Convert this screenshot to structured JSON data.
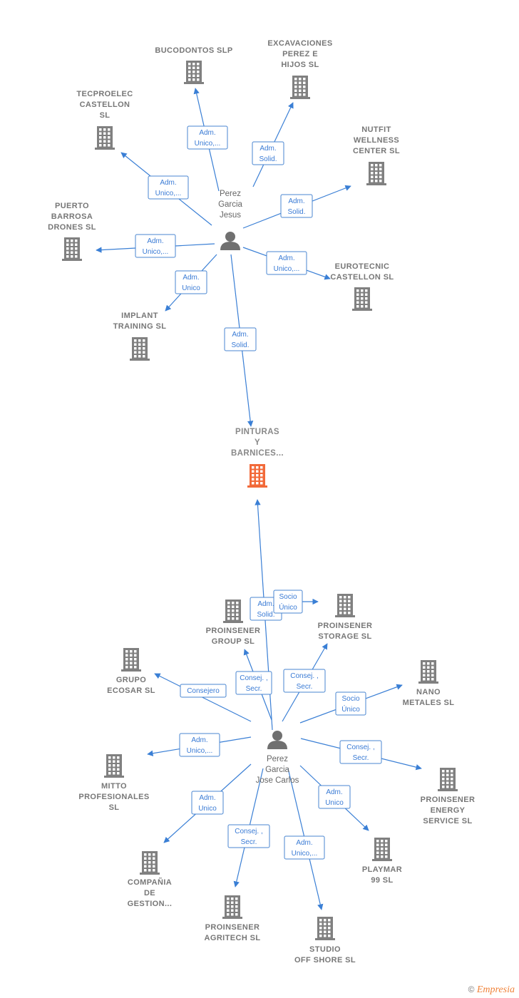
{
  "colors": {
    "edge": "#3a7fd5",
    "node": "#808080",
    "main_node": "#f26a3a",
    "person": "#707070"
  },
  "persons": [
    {
      "id": "p1",
      "lines": [
        "Perez",
        "Garcia",
        "Jesus"
      ],
      "icon": "person-icon"
    },
    {
      "id": "p2",
      "lines": [
        "Perez",
        "Garcia",
        "Jose Carlos"
      ],
      "icon": "person-icon"
    }
  ],
  "companies": [
    {
      "id": "main",
      "lines": [
        "PINTURAS",
        "Y",
        "BARNICES..."
      ],
      "icon": "building-icon",
      "main": true
    },
    {
      "id": "bucodontos",
      "lines": [
        "BUCODONTOS SLP"
      ],
      "icon": "building-icon"
    },
    {
      "id": "excavaciones",
      "lines": [
        "EXCAVACIONES",
        "PEREZ E",
        "HIJOS  SL"
      ],
      "icon": "building-icon"
    },
    {
      "id": "tecproelec",
      "lines": [
        "TECPROELEC",
        "CASTELLON",
        "SL"
      ],
      "icon": "building-icon"
    },
    {
      "id": "nutfit",
      "lines": [
        "NUTFIT",
        "WELLNESS",
        "CENTER  SL"
      ],
      "icon": "building-icon"
    },
    {
      "id": "puerto",
      "lines": [
        "PUERTO",
        "BARROSA",
        "DRONES  SL"
      ],
      "icon": "building-icon"
    },
    {
      "id": "eurotecnic",
      "lines": [
        "EUROTECNIC",
        "CASTELLON SL"
      ],
      "icon": "building-icon"
    },
    {
      "id": "implant",
      "lines": [
        "IMPLANT",
        "TRAINING  SL"
      ],
      "icon": "building-icon"
    },
    {
      "id": "pgroup",
      "lines": [
        "PROINSENER",
        "GROUP  SL"
      ],
      "icon": "building-icon"
    },
    {
      "id": "pstorage",
      "lines": [
        "PROINSENER",
        "STORAGE  SL"
      ],
      "icon": "building-icon"
    },
    {
      "id": "ecosar",
      "lines": [
        "GRUPO",
        "ECOSAR SL"
      ],
      "icon": "building-icon"
    },
    {
      "id": "nano",
      "lines": [
        "NANO",
        "METALES  SL"
      ],
      "icon": "building-icon"
    },
    {
      "id": "mitto",
      "lines": [
        "MITTO",
        "PROFESIONALES",
        "SL"
      ],
      "icon": "building-icon"
    },
    {
      "id": "penergy",
      "lines": [
        "PROINSENER",
        "ENERGY",
        "SERVICE  SL"
      ],
      "icon": "building-icon"
    },
    {
      "id": "compania",
      "lines": [
        "COMPAÑIA",
        "DE",
        "GESTION..."
      ],
      "icon": "building-icon"
    },
    {
      "id": "playmar",
      "lines": [
        "PLAYMAR",
        "99 SL"
      ],
      "icon": "building-icon"
    },
    {
      "id": "pagritech",
      "lines": [
        "PROINSENER",
        "AGRITECH  SL"
      ],
      "icon": "building-icon"
    },
    {
      "id": "studio",
      "lines": [
        "STUDIO",
        "OFF SHORE SL"
      ],
      "icon": "building-icon"
    }
  ],
  "edges": [
    {
      "from": "p1",
      "to": "bucodontos",
      "label": [
        "Adm.",
        "Unico,..."
      ]
    },
    {
      "from": "p1",
      "to": "excavaciones",
      "label": [
        "Adm.",
        "Solid."
      ]
    },
    {
      "from": "p1",
      "to": "tecproelec",
      "label": [
        "Adm.",
        "Unico,..."
      ]
    },
    {
      "from": "p1",
      "to": "nutfit",
      "label": [
        "Adm.",
        "Solid."
      ]
    },
    {
      "from": "p1",
      "to": "puerto",
      "label": [
        "Adm.",
        "Unico,..."
      ]
    },
    {
      "from": "p1",
      "to": "eurotecnic",
      "label": [
        "Adm.",
        "Unico,..."
      ]
    },
    {
      "from": "p1",
      "to": "implant",
      "label": [
        "Adm.",
        "Unico"
      ]
    },
    {
      "from": "p1",
      "to": "main",
      "label": [
        "Adm.",
        "Solid."
      ]
    },
    {
      "from": "p2",
      "to": "main",
      "label": [
        "Adm.",
        "Solid."
      ]
    },
    {
      "from": "p2",
      "to": "pstorage",
      "label": [
        "Socio",
        "Único"
      ]
    },
    {
      "from": "p2",
      "to": "pgroup",
      "label": [
        "Consej. ,",
        "Secr."
      ]
    },
    {
      "from": "p2",
      "to": "pstorage",
      "label": [
        "Consej. ,",
        "Secr."
      ]
    },
    {
      "from": "p2",
      "to": "ecosar",
      "label": [
        "Consejero"
      ]
    },
    {
      "from": "p2",
      "to": "nano",
      "label": [
        "Socio",
        "Único"
      ]
    },
    {
      "from": "p2",
      "to": "mitto",
      "label": [
        "Adm.",
        "Unico,..."
      ]
    },
    {
      "from": "p2",
      "to": "penergy",
      "label": [
        "Consej. ,",
        "Secr."
      ]
    },
    {
      "from": "p2",
      "to": "compania",
      "label": [
        "Adm.",
        "Unico"
      ]
    },
    {
      "from": "p2",
      "to": "playmar",
      "label": [
        "Adm.",
        "Unico"
      ]
    },
    {
      "from": "p2",
      "to": "pagritech",
      "label": [
        "Consej. ,",
        "Secr."
      ]
    },
    {
      "from": "p2",
      "to": "studio",
      "label": [
        "Adm.",
        "Unico,..."
      ]
    }
  ],
  "footer": {
    "copyright": "©",
    "brand": "Empresia"
  }
}
